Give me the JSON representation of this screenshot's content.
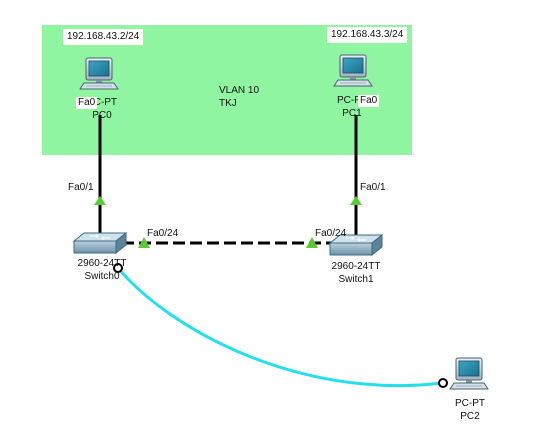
{
  "vlan": {
    "name": "VLAN 10",
    "label": "TKJ",
    "fill": "#8ff5a0"
  },
  "devices": {
    "pc0": {
      "model": "PC-PT",
      "name": "PC0",
      "ip": "192.168.43.2/24",
      "port": "Fa0",
      "icon": "pc-icon"
    },
    "pc1": {
      "model": "PC-PT",
      "name": "PC1",
      "ip": "192.168.43.3/24",
      "port": "Fa0",
      "icon": "pc-icon"
    },
    "pc2": {
      "model": "PC-PT",
      "name": "PC2",
      "icon": "pc-icon"
    },
    "switch0": {
      "model": "2960-24TT",
      "name": "Switch0",
      "icon": "switch-icon"
    },
    "switch1": {
      "model": "2960-24TT",
      "name": "Switch1",
      "icon": "switch-icon"
    }
  },
  "links": [
    {
      "from": "pc0",
      "to": "switch0",
      "from_port": "Fa0",
      "to_port": "Fa0/1",
      "style": "straight-through",
      "color": "#000000"
    },
    {
      "from": "pc1",
      "to": "switch1",
      "from_port": "Fa0",
      "to_port": "Fa0/1",
      "style": "straight-through",
      "color": "#000000"
    },
    {
      "from": "switch0",
      "to": "switch1",
      "from_port": "Fa0/24",
      "to_port": "Fa0/24",
      "style": "crossover",
      "color": "#000000"
    },
    {
      "from": "switch0",
      "to": "pc2",
      "style": "console",
      "color": "#22e0ee"
    }
  ],
  "colors": {
    "link_up": "#5cc832",
    "console": "#22e0ee"
  }
}
